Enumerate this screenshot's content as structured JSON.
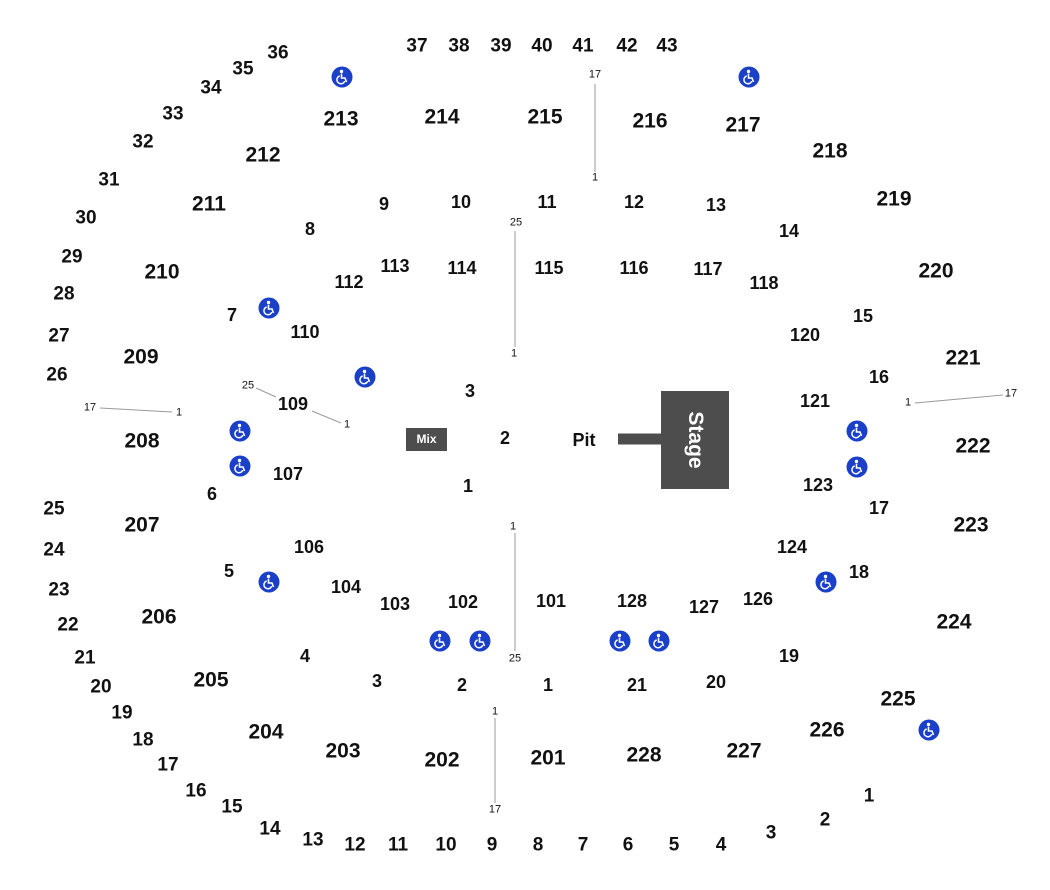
{
  "colors": {
    "accessible": "#1a3fc8",
    "stage": "#4d4d4d",
    "text": "#111111",
    "line": "#9a9a9a"
  },
  "icons": {
    "accessible_seating": "wheelchair-icon"
  },
  "floor": {
    "mix_label": "Mix",
    "pit_label": "Pit",
    "stage_label": "Stage",
    "sections": [
      "1",
      "2",
      "3"
    ]
  },
  "lower_level": [
    "101",
    "102",
    "103",
    "104",
    "106",
    "107",
    "109",
    "110",
    "112",
    "113",
    "114",
    "115",
    "116",
    "117",
    "118",
    "120",
    "121",
    "123",
    "124",
    "126",
    "127",
    "128"
  ],
  "upper_level": [
    "201",
    "202",
    "203",
    "204",
    "205",
    "206",
    "207",
    "208",
    "209",
    "210",
    "211",
    "212",
    "213",
    "214",
    "215",
    "216",
    "217",
    "218",
    "219",
    "220",
    "221",
    "222",
    "223",
    "224",
    "225",
    "226",
    "227",
    "228"
  ],
  "mid_rows": [
    "1",
    "2",
    "3",
    "4",
    "5",
    "6",
    "7",
    "8",
    "9",
    "10",
    "11",
    "12",
    "13",
    "14",
    "15",
    "16",
    "17",
    "18",
    "19",
    "20",
    "21"
  ],
  "outer_rows": {
    "left_arc": [
      "25",
      "24",
      "23",
      "22",
      "21",
      "20",
      "19",
      "18",
      "17",
      "16",
      "15",
      "14",
      "13",
      "12",
      "11",
      "10",
      "9",
      "8",
      "7",
      "6",
      "5",
      "4",
      "3",
      "2",
      "1"
    ],
    "top_arc": [
      "26",
      "27",
      "28",
      "29",
      "30",
      "31",
      "32",
      "33",
      "34",
      "35",
      "36",
      "37",
      "38",
      "39",
      "40",
      "41",
      "42",
      "43"
    ]
  },
  "aisle_markers": {
    "top_aisle": [
      "17",
      "1"
    ],
    "floor_top": [
      "25",
      "1"
    ],
    "floor_bottom": [
      "1",
      "25"
    ],
    "bottom_aisle": [
      "1",
      "17"
    ],
    "left_outer": [
      "17",
      "1"
    ],
    "left_inner": [
      "25",
      "1"
    ],
    "right_outer": [
      "1",
      "17"
    ]
  }
}
